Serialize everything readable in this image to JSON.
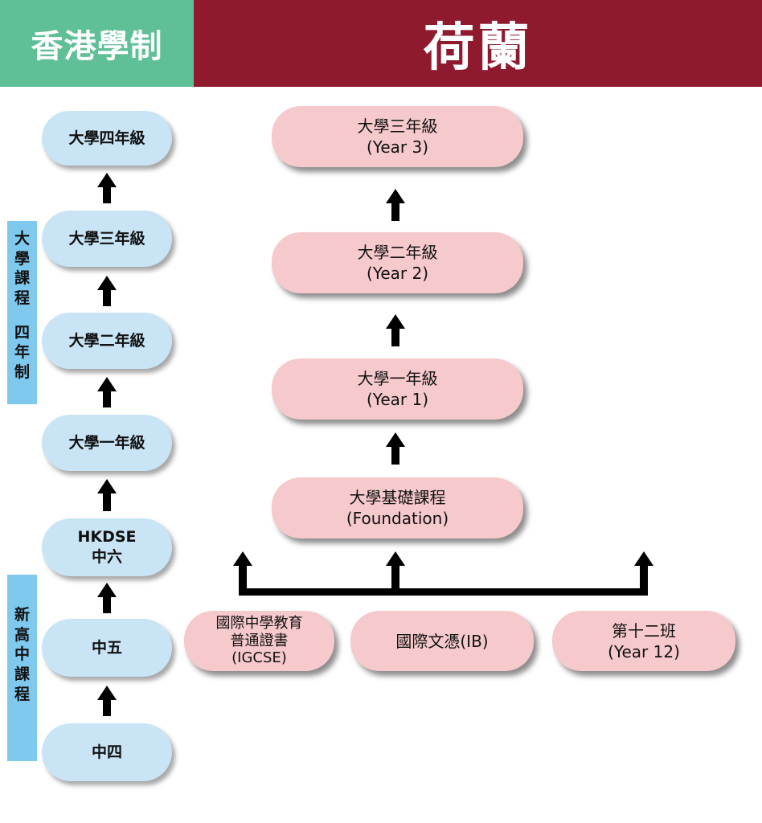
{
  "header": {
    "left_title": "香港學制",
    "right_title": "荷蘭"
  },
  "hk_column": [
    "大學四年級",
    "大學三年級",
    "大學二年級",
    "大學一年級",
    "HKDSE",
    "中六",
    "中五",
    "中四"
  ],
  "side_labels": {
    "university": [
      "大",
      "學",
      "課",
      "程",
      "四",
      "年",
      "制"
    ],
    "senior_secondary": [
      "新",
      "高",
      "中",
      "課",
      "程"
    ]
  },
  "nl_column": {
    "year3": {
      "line1": "大學三年級",
      "line2": "(Year 3)"
    },
    "year2": {
      "line1": "大學二年級",
      "line2": "(Year 2)"
    },
    "year1": {
      "line1": "大學一年級",
      "line2": "(Year 1)"
    },
    "foundation": {
      "line1": "大學基礎課程",
      "line2": "(Foundation)"
    }
  },
  "nl_entry": {
    "igcse": {
      "line1": "國際中學教育",
      "line2": "普通證書",
      "line3": "(IGCSE)"
    },
    "ib": {
      "line1": "國際文憑(IB)"
    },
    "year12": {
      "line1": "第十二班",
      "line2": "(Year 12)"
    }
  },
  "colors": {
    "hk_header": "#5fbf96",
    "nl_header": "#8f1a2e",
    "hk_pill": "#c8e4f5",
    "nl_pill": "#f6c9cc",
    "side_bar": "#7fc8ee",
    "arrow": "#000000"
  }
}
